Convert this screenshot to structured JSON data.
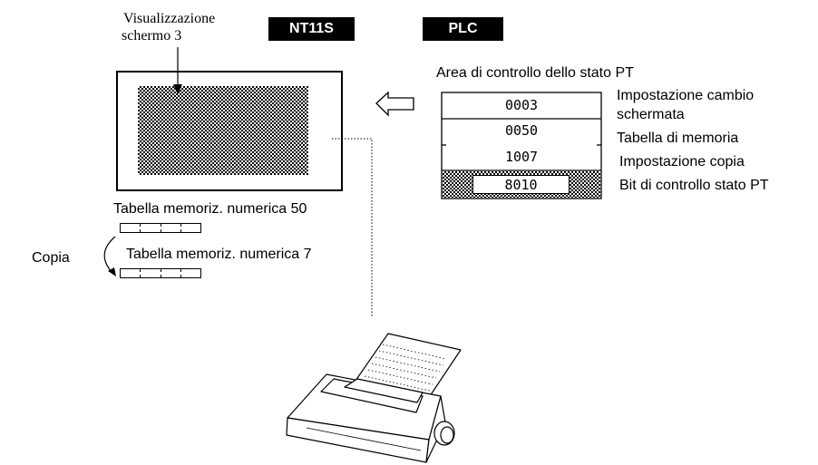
{
  "screen_label": [
    "Visualizzazione",
    "schermo 3"
  ],
  "badges": {
    "pt": "NT11S",
    "plc": "PLC"
  },
  "control_area_title": "Area di controllo dello stato PT",
  "registers": [
    {
      "value": "0003",
      "label": [
        "Impostazione cambio",
        "schermata"
      ]
    },
    {
      "value": "0050",
      "label": [
        "Tabella di memoria"
      ]
    },
    {
      "value": "1007",
      "label": [
        "Impostazione copia"
      ]
    },
    {
      "value": "8010",
      "label": [
        "Bit di controllo stato PT"
      ]
    }
  ],
  "tables": {
    "table_50": "Tabella memoriz. numerica 50",
    "table_7": "Tabella memoriz. numerica 7",
    "copy_label": "Copia"
  },
  "icons": [
    "down-arrow-icon",
    "left-hollow-arrow-icon",
    "curved-copy-arrow-icon",
    "printer-icon"
  ]
}
